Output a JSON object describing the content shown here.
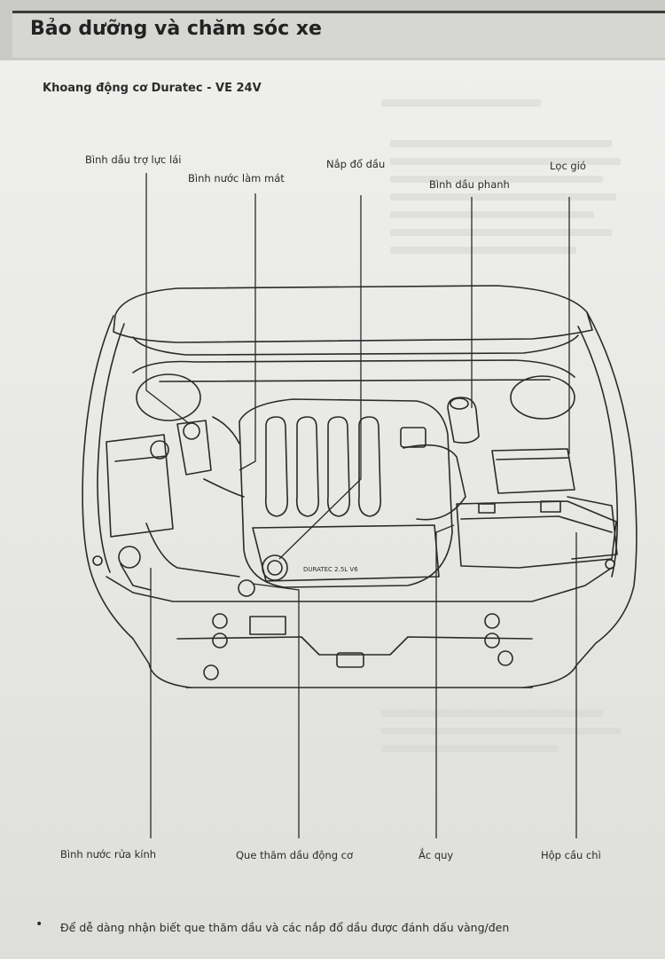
{
  "header": {
    "title": "Bảo dưỡng và chăm sóc xe"
  },
  "diagram": {
    "subtitle": "Khoang động cơ Duratec - VE 24V",
    "engine_mark": "DURATEC 2.5L V6",
    "labels": {
      "power_steering": "Bình dầu trợ lực lái",
      "coolant": "Bình nước làm mát",
      "oil_cap": "Nắp đổ dầu",
      "brake_fluid": "Bình dầu phanh",
      "air_filter": "Lọc gió",
      "washer": "Bình nước rửa kính",
      "dipstick": "Que thăm dầu động cơ",
      "battery": "Ắc quy",
      "fuse_box": "Hộp cầu chì"
    }
  },
  "footer": {
    "bullet": "•",
    "note": "Để dễ dàng nhận biết que thăm dầu và các nắp đổ dầu được đánh dấu vàng/đen"
  }
}
